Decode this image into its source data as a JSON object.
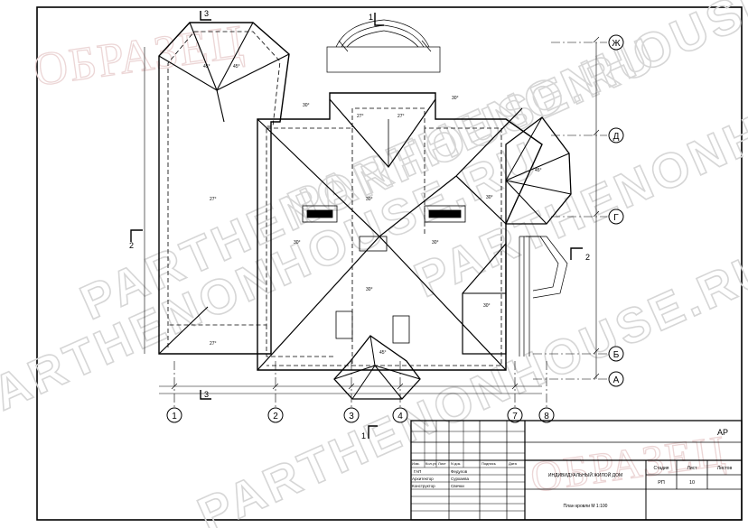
{
  "watermarks": {
    "brand": "PARTHENONHOUSE.RU",
    "sample": "ОБРАЗЕЦ"
  },
  "axes": {
    "vertical": [
      "1",
      "2",
      "3",
      "4",
      "7",
      "8"
    ],
    "horizontal": [
      "Ж",
      "Д",
      "Г",
      "Б",
      "А"
    ]
  },
  "section_marks": {
    "one": "1",
    "two": "2",
    "three": "3"
  },
  "title_block": {
    "doc_code": "АР",
    "header_cells": [
      "Изм.",
      "Кол.уч",
      "Лист",
      "N док.",
      "Подпись",
      "Дата"
    ],
    "roles": [
      "ГАП",
      "Архитектор",
      "Конструктор"
    ],
    "names": [
      "Федулов",
      "Сурхаева",
      "Свечки"
    ],
    "project_name": "ИНДИВИДУАЛЬНЫЙ ЖИЛОЙ ДОМ",
    "sheet_title": "План кровли М 1:100",
    "col_stage": "Стадия",
    "col_sheet": "Лист",
    "col_sheets": "Листов",
    "stage": "РП",
    "sheet": "10"
  },
  "slopes": {
    "main": "30°",
    "small": "27°",
    "hip": "45°"
  },
  "colors": {
    "line": "#000000",
    "watermark": "#d6d6d6",
    "stamp": "#ecd6d6"
  }
}
